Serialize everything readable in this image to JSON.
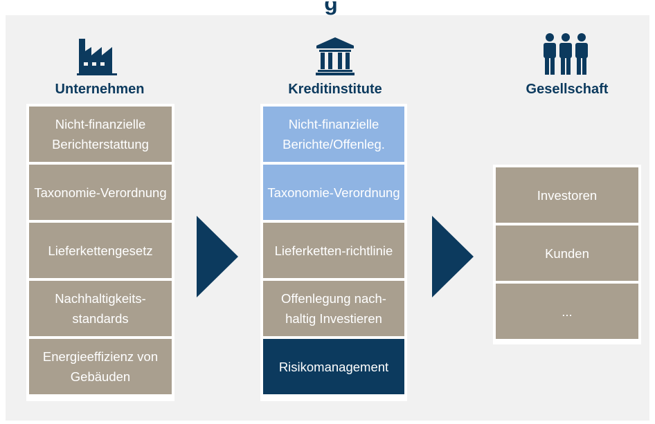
{
  "title": "g",
  "columns": [
    {
      "icon": "factory-icon",
      "heading": "Unternehmen",
      "items": [
        {
          "label": "Nicht-finanzielle Berichterstattung",
          "style": "tan"
        },
        {
          "label": "Taxonomie-Verordnung",
          "style": "tan"
        },
        {
          "label": "Lieferkettengesetz",
          "style": "tan"
        },
        {
          "label": "Nachhaltigkeits-standards",
          "style": "tan"
        },
        {
          "label": "Energieeffizienz von Gebäuden",
          "style": "tan"
        }
      ]
    },
    {
      "icon": "bank-icon",
      "heading": "Kreditinstitute",
      "items": [
        {
          "label": "Nicht-finanzielle Berichte/Offenleg.",
          "style": "blue"
        },
        {
          "label": "Taxonomie-Verordnung",
          "style": "blue"
        },
        {
          "label": "Lieferketten-richtlinie",
          "style": "tan"
        },
        {
          "label": "Offenlegung nach-haltig Investieren",
          "style": "tan"
        },
        {
          "label": "Risikomanagement",
          "style": "navy"
        }
      ]
    },
    {
      "icon": "people-icon",
      "heading": "Gesellschaft",
      "items": [
        {
          "label": "Investoren",
          "style": "tan"
        },
        {
          "label": "Kunden",
          "style": "tan"
        },
        {
          "label": "...",
          "style": "tan"
        }
      ]
    }
  ],
  "colors": {
    "panel_bg": "#f1f1f1",
    "navy": "#0c3a5e",
    "tan": "#a99f8f",
    "light_blue": "#8fb4e3"
  }
}
